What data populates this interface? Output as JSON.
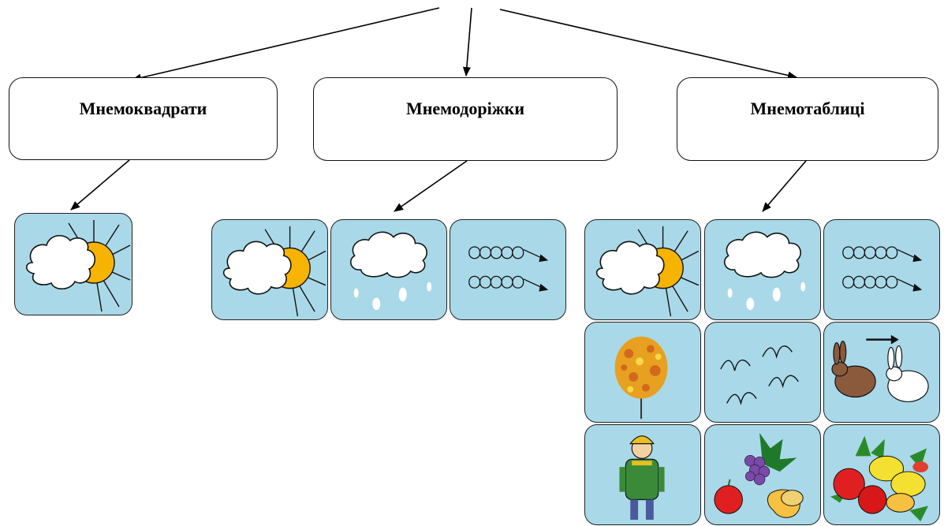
{
  "categories": [
    {
      "id": "squares",
      "label": "Мнемоквадрати"
    },
    {
      "id": "tracks",
      "label": "Мнемодоріжки"
    },
    {
      "id": "tables",
      "label": "Мнемотаблиці"
    }
  ],
  "colors": {
    "tile_bg": "#a9d9e8",
    "sun": "#f6b400",
    "line": "#111111"
  },
  "tile_icons": {
    "squares": [
      "cloud-sun-icon"
    ],
    "tracks": [
      "cloud-sun-icon",
      "rain-cloud-icon",
      "wind-icon"
    ],
    "tables": [
      "cloud-sun-icon",
      "rain-cloud-icon",
      "wind-icon",
      "autumn-tree-icon",
      "birds-icon",
      "hare-color-change-icon",
      "child-warm-clothes-icon",
      "fruits-icon",
      "vegetables-icon"
    ]
  }
}
